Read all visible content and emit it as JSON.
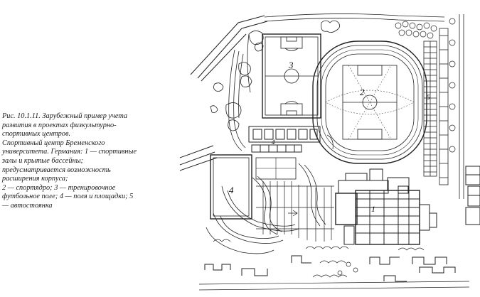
{
  "figure": {
    "caption_lines": [
      "Рис. 10.1.11. Зарубежный пример учета",
      "развития в проектах физкультурно-",
      "спортивных центров.",
      "Спортивный центр Бременского",
      "университета. Германия: 1 — спортивные",
      "залы и крытые бассейны;",
      "предусматривается возможность",
      "расширения корпуса;",
      "2 — спортядро; 3 — тренировочное",
      "футбольное поле; 4 — поля и площадки; 5",
      "— автостоянка"
    ],
    "plan_labels": {
      "sports_halls": "1",
      "stadium": "2",
      "training_field": "3",
      "courts_a": "4",
      "courts_b": "4",
      "parking": "5"
    }
  }
}
